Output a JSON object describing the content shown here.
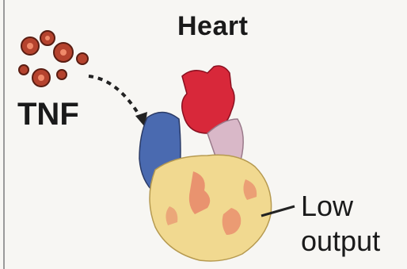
{
  "diagram": {
    "title": "Heart",
    "molecule_label": "TNF",
    "annotation_line1": "Low",
    "annotation_line2": "output"
  },
  "colors": {
    "tnf_particle": "#b5432e",
    "aorta": "#d8283a",
    "vena_cava": "#4a6ab0",
    "heart_body": "#f1d990",
    "heart_damage": "#e8866a",
    "arrow": "#222222"
  }
}
